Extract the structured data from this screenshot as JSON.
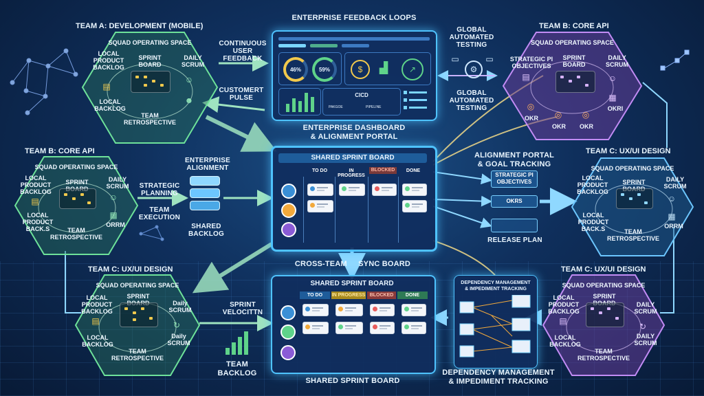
{
  "header": {
    "enterprise_feedback_loops": "ENTERPRISE FEEDBACK LOOPS",
    "enterprise_dashboard": "ENTERPRISE DASHBOARD\n& ALIGNMENT PORTAL"
  },
  "dashboard": {
    "gauge_1": "46%",
    "gauge_2": "59%",
    "cicd": "CICD",
    "label_a": "PAKGOE",
    "label_b": "PIPELINE"
  },
  "flows": {
    "continuous_user_feedback": "CONTINUOUS\nUSER\nFEEDBACK",
    "customer_pulse": "CUSTOMERT\nPULSE",
    "global_testing_top": "GLOBAL\nAUTOMATED\nTESTING",
    "global_testing_bottom": "GLOBAL\nAUTOMATED\nTESTING",
    "enterprise_alignment": "ENTERPRISE\nALIGNMENT",
    "strategic_planning": "STRATEGIC\nPLANNING",
    "team_execution": "TEAM\nEXECUTION",
    "shared_backlog": "SHARED BACKLOG",
    "alignment_portal": "ALIGNMENT PORTAL\n& GOAL TRACKING",
    "cross_team_sync": "CROSS-TEAM     SYNC BOARD",
    "sprint_velocity": "SPRINT\nVELOCITTN",
    "team_backlog": "TEAM\nBACKLOG",
    "shared_sprint_board_bottom": "SHARED SPRINT BOARD",
    "dependency_bottom": "DEPENDENCY MANAGEMENT\n& IMPEDIMENT TRACKING"
  },
  "teams": [
    {
      "title": "TEAM A: DEVELOPMENT (MOBILE)",
      "space": "SQUAD OPERATING SPACE",
      "local_top": "LOCAL\nPRODUCT\nBACKLOG",
      "board": "SPRINT\nBOARD",
      "scrum": "DAILY\nSCRUM",
      "local_bottom": "LOCAL\nBACKLOG",
      "retro": "TEAM\nRETROSPECTIVE",
      "extra": ""
    },
    {
      "title": "TEAM B: CORE API",
      "space": "SQUAD OPERATING SPACE",
      "local_top": "STRATEGIC PI\nOBJECTIVES",
      "board": "SPRINT\nBOARD",
      "scrum": "DAILY\nSCRUM",
      "local_bottom": "",
      "retro": "",
      "extra": "OKRI"
    },
    {
      "title": "TEAM B: CORE API",
      "space": "SQUAD OPERATING SPACE",
      "local_top": "LOCAL\nPRODUCT\nBACKLOG",
      "board": "SPRINT BOARD",
      "scrum": "DAILY\nSCRUM",
      "local_bottom": "LOCAL\nPRODUCT\nBACK.S",
      "retro": "TEAM\nRETROSPECTIVE",
      "extra": "ORRM"
    },
    {
      "title": "TEAM C: UX/UI DESIGN",
      "space": "SQUAD OPERATING SPACE",
      "local_top": "LOCAL\nPRODUCT\nBACKLOG",
      "board": "SPRINT BOARD",
      "scrum": "DAILY\nSCRUM",
      "local_bottom": "LOCAL\nPRODUCT\nBACK.S",
      "retro": "TEAM\nRETROSPECTIVE",
      "extra": "ORRM"
    },
    {
      "title": "TEAM C: UX/UI DESIGN",
      "space": "SQUAD OPERATING SPACE",
      "local_top": "LOCAL\nPRODUCT\nBACKLOG",
      "board": "SPRINT BOARD",
      "scrum": "Daily\nSCRUM",
      "local_bottom": "LOCAL\nBACKLOG",
      "retro": "TEAM\nRETROSPECTIVE",
      "extra": "Daily\nSCRUM"
    },
    {
      "title": "TEAM C: UX/UI DESIGN",
      "space": "SQUAD OPERATING SPACE",
      "local_top": "LOCAL\nPRODUCT\nBACKLOG",
      "board": "SPRINT BOARD",
      "scrum": "DAILY\nSCRUM",
      "local_bottom": "LOCAL\nBACKLOG",
      "retro": "TEAM\nRETROSPECTIVE",
      "extra": "DAILY\nSCRUM"
    }
  ],
  "okr": {
    "okr1": "OKR",
    "okr2": "OKR",
    "okr3": "OKR"
  },
  "main_board": {
    "title": "SHARED SPRINT BOARD",
    "columns": [
      "TO DO",
      "IN PROGRESS",
      "BLOCKED",
      "DONE"
    ]
  },
  "bottom_board": {
    "title": "SHARED SPRINT BOARD",
    "columns": [
      "TO DO",
      "IN PROGRESS",
      "BLOCKED",
      "DONE"
    ]
  },
  "right_pills": {
    "objectives": "STRATEGIC PI\nOBJECTIVES",
    "okrs": "OKRs",
    "release": "RELEASE PLAN"
  },
  "dependency_panel": {
    "title": "DEPENDENCY MANAGEMENT\n& IMPEDIMENT TRACKING"
  },
  "colors": {
    "green": "#5fd38a",
    "purple": "#b884f0",
    "blue": "#6cc6ff",
    "gold": "#f2c94c",
    "red": "#e85d5d"
  }
}
